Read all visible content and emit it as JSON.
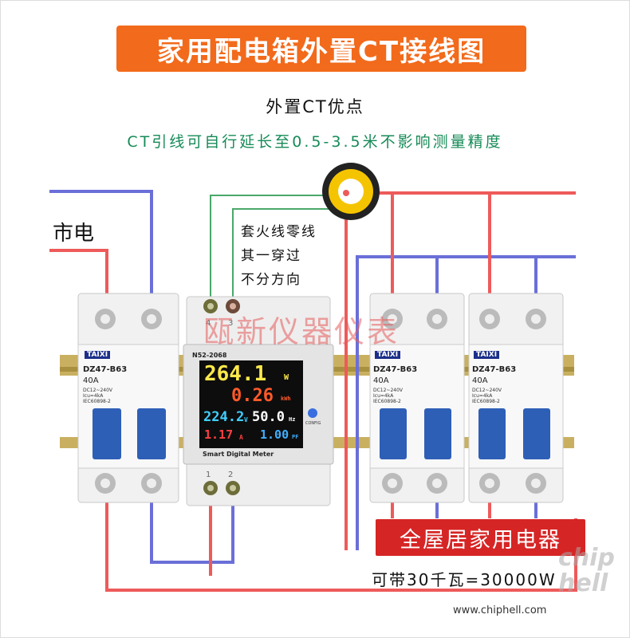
{
  "title": "家用配电箱外置CT接线图",
  "subtitle": "外置CT优点",
  "tagline": "CT引线可自行延长至0.5-3.5米不影响测量精度",
  "mains_label": "市电",
  "ct_note": [
    "套火线零线",
    "其一穿过",
    "不分方向"
  ],
  "watermark": "瓯新仪器仪表",
  "breaker": {
    "brand": "TAIXI",
    "model": "DZ47-B63",
    "rating": "40A",
    "spec": "DC12~240V\nIcu=4kA\nIEC60898-2"
  },
  "meter": {
    "model": "N52-2068",
    "footer": "Smart Digital Meter",
    "config_label": "CONFIG",
    "power": "264.1",
    "power_unit": "W",
    "energy": "0.26",
    "energy_unit": "kWh",
    "voltage": "224.2",
    "voltage_unit": "V",
    "frequency": "50.0",
    "frequency_unit": "Hz",
    "current": "1.17",
    "current_unit": "A",
    "power_factor": "1.00",
    "pf_unit": "PF",
    "terminals_top": [
      "4",
      "3"
    ],
    "terminals_bottom": [
      "1",
      "2"
    ]
  },
  "load_label": "全屋居家用电器",
  "capacity": "可带30千瓦=30000W",
  "site_url": "www.chiphell.com",
  "site_logo": "chip hell",
  "colors": {
    "live": "#ee5a5a",
    "neutral": "#6a6fd8",
    "signal": "#4aa86a",
    "title_bg": "#f26a1b",
    "load_bg": "#d62525",
    "breaker_handle": "#2e5fb7",
    "meter_power": "#ffe94a",
    "meter_energy": "#ff5a2a",
    "meter_voltage": "#3fd0ff",
    "meter_frequency": "#ffffff",
    "meter_current": "#ff4040",
    "meter_pf": "#40b0ff"
  }
}
